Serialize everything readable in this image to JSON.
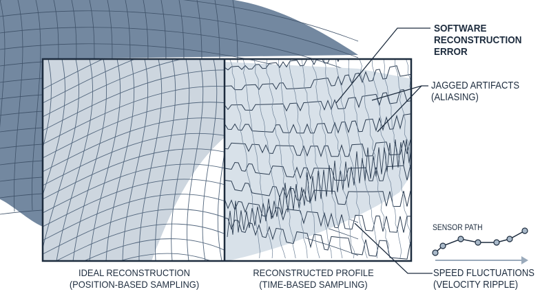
{
  "callouts": {
    "software_error": [
      "SOFTWARE",
      "RECONSTRUCTION",
      "ERROR"
    ],
    "jagged": [
      "JAGGED ARTIFACTS",
      "(ALIASING)"
    ],
    "speed": [
      "SPEED FLUCTUATIONS",
      "(VELOCITY RIPPLE)"
    ]
  },
  "panels": {
    "left": {
      "title": "IDEAL RECONSTRUCTION",
      "subtitle": "(POSITION-BASED SAMPLING)"
    },
    "right": {
      "title": "RECONSTRUCTED PROFILE",
      "subtitle": "(TIME-BASED SAMPLING)"
    }
  },
  "sensor_path": {
    "label": "SENSOR PATH"
  },
  "colors": {
    "surface_dark": "#7388a0",
    "surface_light": "#cdd6df",
    "ink": "#1c2b3d",
    "node": "#a9b9c9"
  }
}
